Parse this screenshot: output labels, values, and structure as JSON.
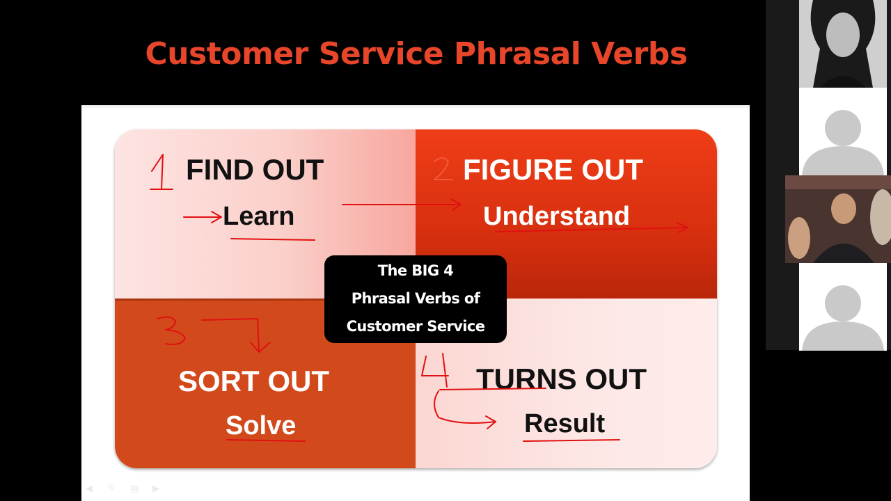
{
  "slide": {
    "title": "Customer Service Phrasal Verbs",
    "quadrants": [
      {
        "number": "1",
        "verb": "FIND OUT",
        "meaning": "Learn"
      },
      {
        "number": "2",
        "verb": "FIGURE OUT",
        "meaning": "Understand"
      },
      {
        "number": "3",
        "verb": "SORT OUT",
        "meaning": "Solve"
      },
      {
        "number": "4",
        "verb": "TURNS OUT",
        "meaning": "Result"
      }
    ],
    "center_box": {
      "line1": "The BIG 4",
      "line2": "Phrasal Verbs of",
      "line3": "Customer Service"
    }
  },
  "colors": {
    "title": "#e8462a",
    "annotation_ink": "#e01010",
    "q1": "#fbd0cb",
    "q2": "#d8300f",
    "q3": "#d24a1c",
    "q4": "#fde8e6"
  },
  "participants": [
    {
      "type": "video",
      "icon": "person-video"
    },
    {
      "type": "avatar",
      "icon": "avatar-placeholder-icon"
    },
    {
      "type": "video",
      "icon": "person-video"
    },
    {
      "type": "avatar",
      "icon": "avatar-placeholder-icon"
    }
  ]
}
